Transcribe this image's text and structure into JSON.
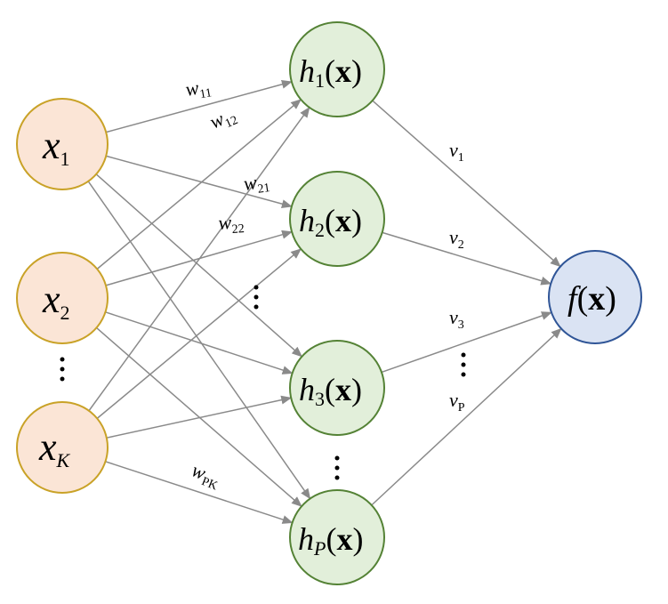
{
  "colors": {
    "input_fill": "#fbe5d6",
    "input_stroke": "#c9a227",
    "hidden_fill": "#e2efda",
    "hidden_stroke": "#548235",
    "output_fill": "#dae3f3",
    "output_stroke": "#2f5597",
    "edge": "#8a8a8a"
  },
  "inputs": [
    {
      "var": "x",
      "sub": "1"
    },
    {
      "var": "x",
      "sub": "2"
    },
    {
      "var": "x",
      "sub": "K"
    }
  ],
  "hidden": [
    {
      "var": "h",
      "sub": "1",
      "arg": "x"
    },
    {
      "var": "h",
      "sub": "2",
      "arg": "x"
    },
    {
      "var": "h",
      "sub": "3",
      "arg": "x"
    },
    {
      "var": "h",
      "sub": "P",
      "arg": "x"
    }
  ],
  "output": {
    "var": "f",
    "arg": "x"
  },
  "weight_labels": [
    {
      "var": "w",
      "sub": "11"
    },
    {
      "var": "w",
      "sub": "12"
    },
    {
      "var": "w",
      "sub": "21"
    },
    {
      "var": "w",
      "sub": "22"
    },
    {
      "var": "w",
      "sub": "PK"
    }
  ],
  "output_weight_labels": [
    {
      "var": "v",
      "sub": "1"
    },
    {
      "var": "v",
      "sub": "2"
    },
    {
      "var": "v",
      "sub": "3"
    },
    {
      "var": "v",
      "sub": "P"
    }
  ]
}
